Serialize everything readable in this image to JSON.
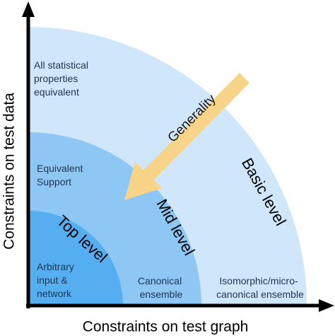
{
  "colors": {
    "basic_region": "#cfe6fb",
    "mid_region": "#8ec6f4",
    "top_region": "#55aeef",
    "arrow": "#f7d488",
    "axis": "#000000",
    "text": "#1f3550"
  },
  "axes": {
    "x_label": "Constraints on test graph",
    "y_label": "Constraints on test data"
  },
  "levels": {
    "basic": "Basic level",
    "mid": "Mid level",
    "top": "Top level"
  },
  "arrow_label": "Generality",
  "regions": {
    "basic_data": [
      "All statistical",
      "properties",
      "equivalent"
    ],
    "mid_data": [
      "Equivalent",
      "Support"
    ],
    "top_data": [
      "Arbitrary",
      "input &",
      "network"
    ],
    "mid_graph": [
      "Canonical",
      "ensemble"
    ],
    "basic_graph": [
      "Isomorphic/micro-",
      "canonical ensemble"
    ]
  }
}
